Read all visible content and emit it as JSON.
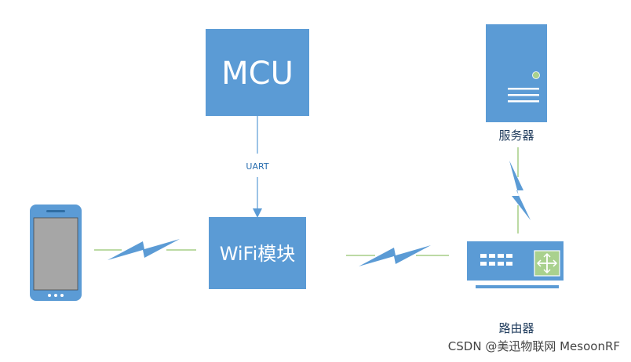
{
  "nodes": {
    "mcu": {
      "label": "MCU"
    },
    "wifi": {
      "label": "WiFi模块"
    },
    "server": {
      "label": "服务器"
    },
    "router": {
      "label": "路由器"
    }
  },
  "links": {
    "uart": {
      "label": "UART"
    }
  },
  "watermark": "CSDN @美迅物联网 MesoonRF",
  "colors": {
    "box": "#5b9bd5",
    "box_dark": "#2e6da4",
    "line": "#7ab648",
    "bolt": "#5b9bd5",
    "router_accent": "#a9d18e"
  },
  "icons": {
    "phone": "smartphone-icon",
    "server": "server-icon",
    "router": "router-icon",
    "wireless": "lightning-bolt-icon"
  }
}
